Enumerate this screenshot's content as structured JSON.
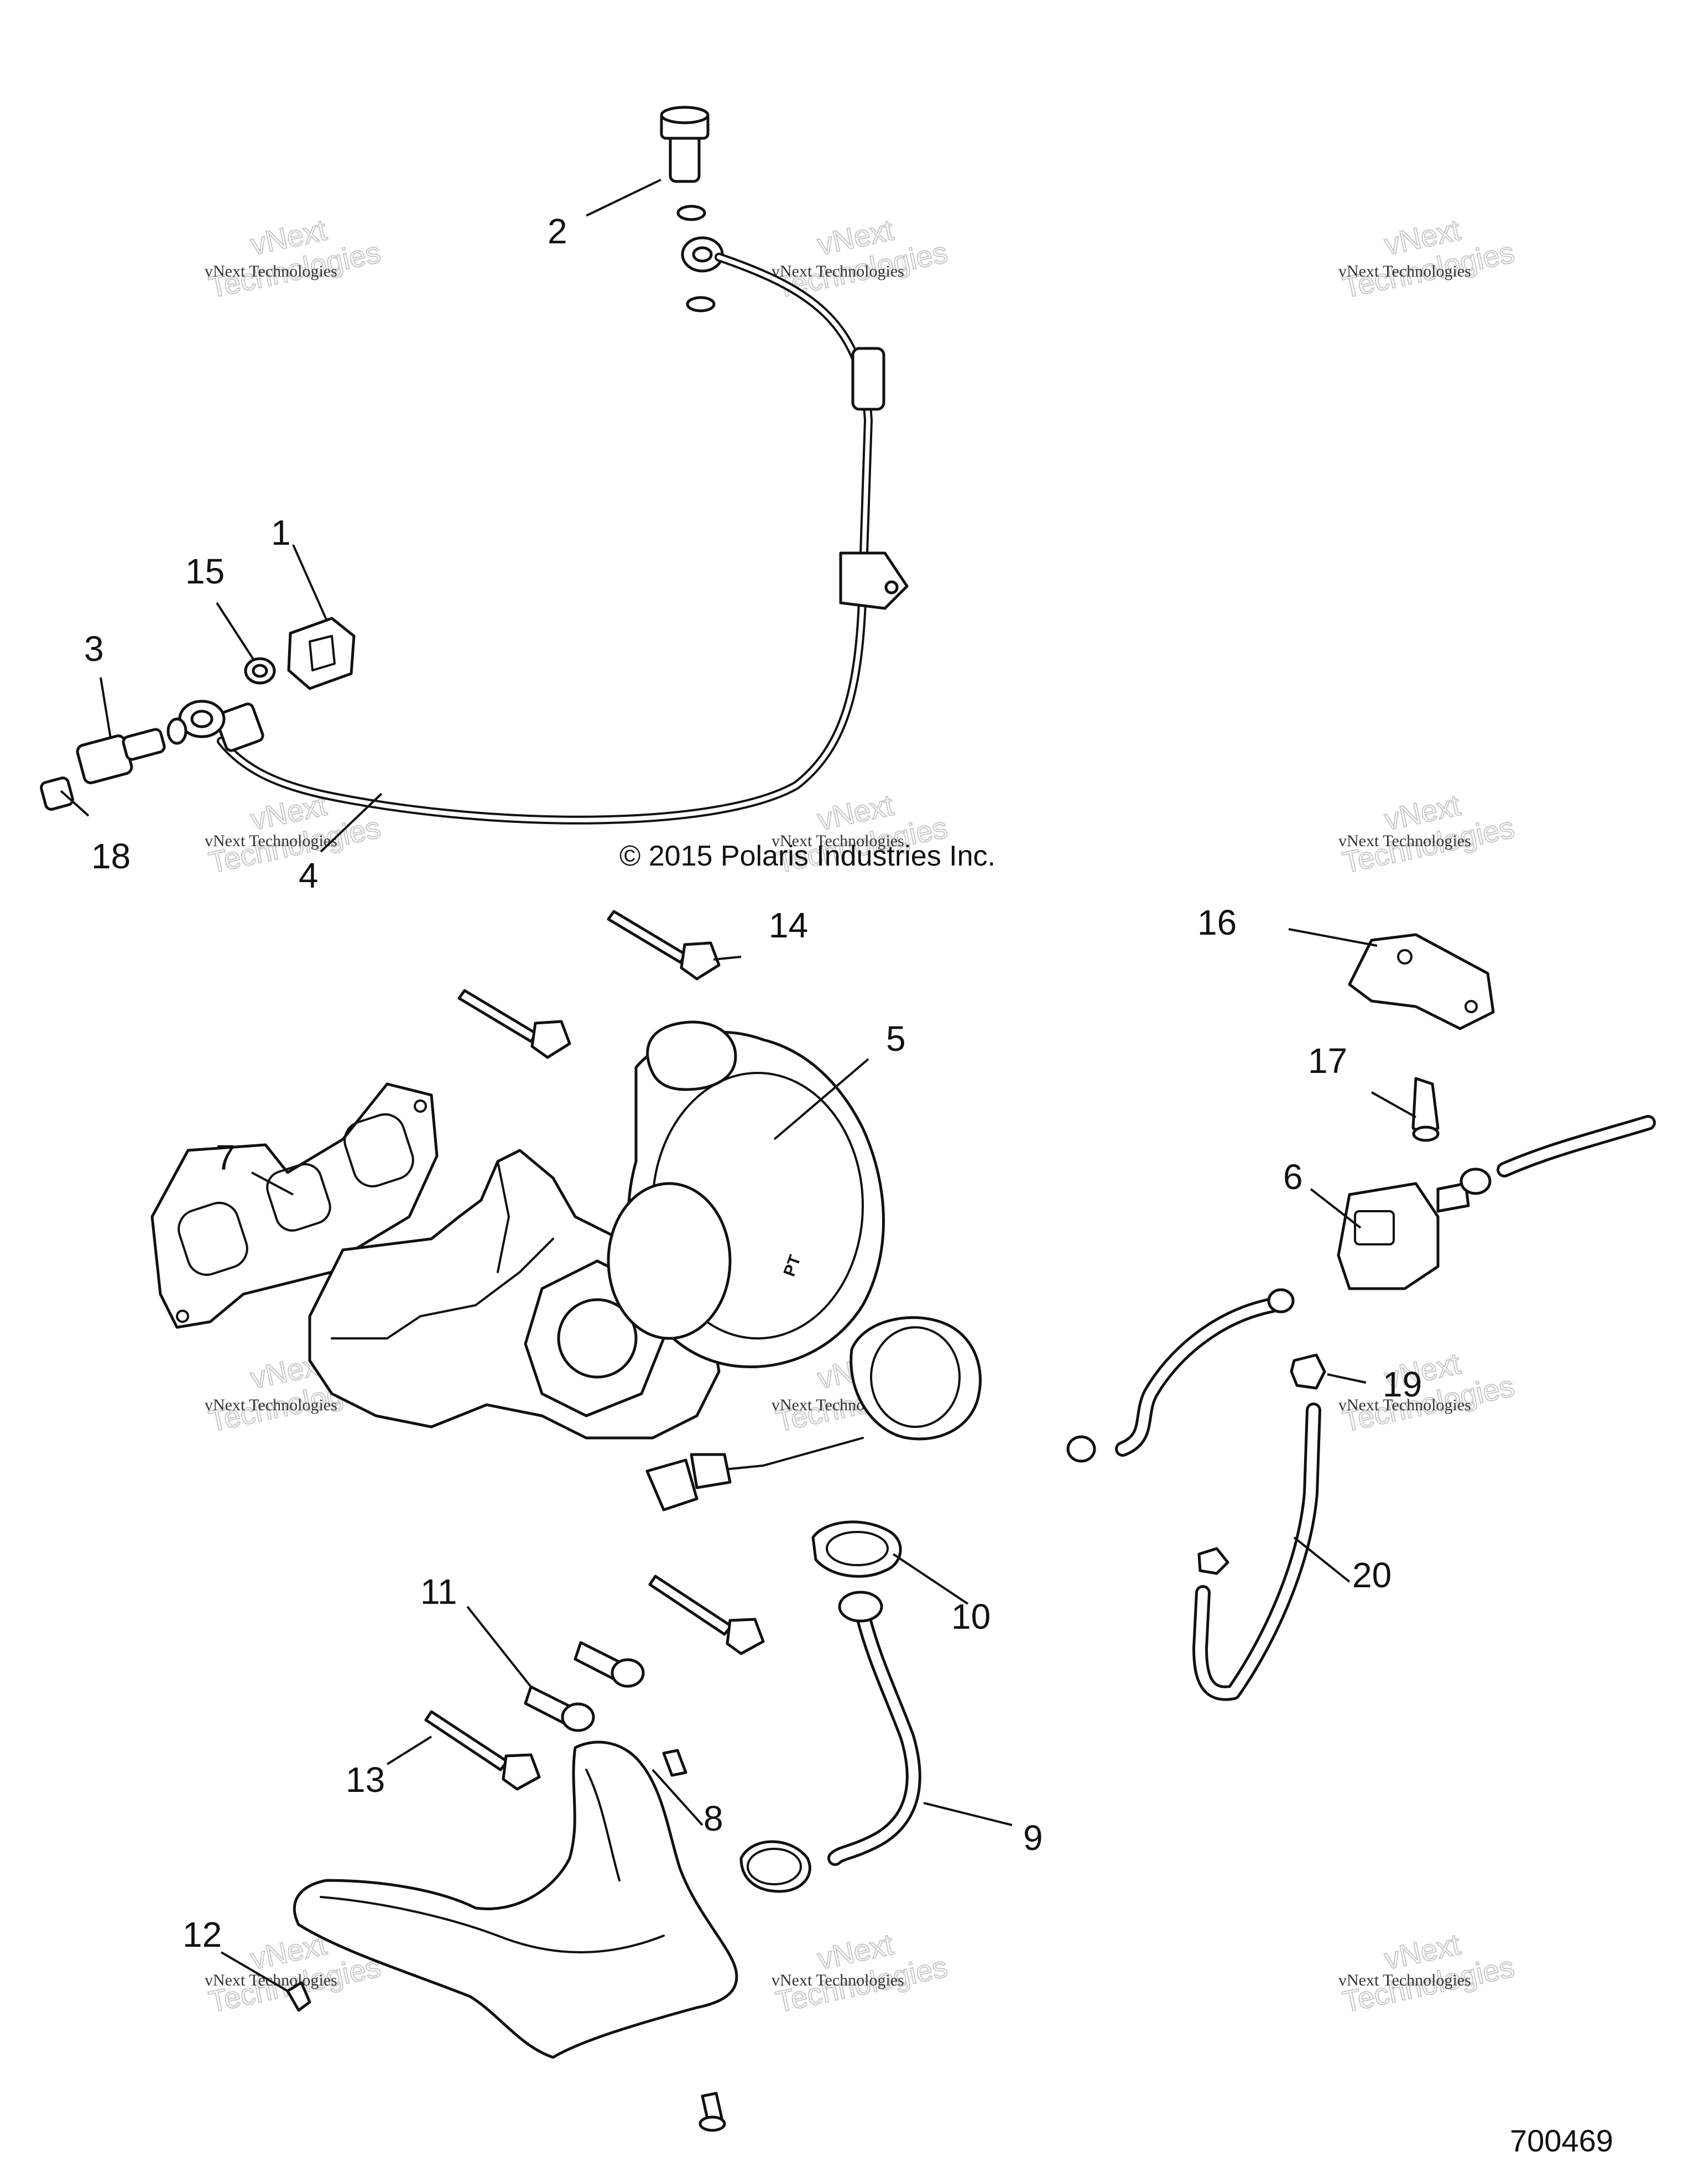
{
  "diagram": {
    "copyright": "© 2015 Polaris Industries Inc.",
    "figure_number": "700469",
    "watermark": {
      "line1": "vNext Technologies",
      "line2": "Technologies",
      "mark": "vNext"
    },
    "callouts": [
      {
        "id": "c1",
        "text": "1"
      },
      {
        "id": "c2",
        "text": "2"
      },
      {
        "id": "c3",
        "text": "3"
      },
      {
        "id": "c4",
        "text": "4"
      },
      {
        "id": "c5",
        "text": "5"
      },
      {
        "id": "c6",
        "text": "6"
      },
      {
        "id": "c7",
        "text": "7"
      },
      {
        "id": "c8",
        "text": "8"
      },
      {
        "id": "c9",
        "text": "9"
      },
      {
        "id": "c10",
        "text": "10"
      },
      {
        "id": "c11",
        "text": "11"
      },
      {
        "id": "c12",
        "text": "12"
      },
      {
        "id": "c13",
        "text": "13"
      },
      {
        "id": "c14",
        "text": "14"
      },
      {
        "id": "c15",
        "text": "15"
      },
      {
        "id": "c16",
        "text": "16"
      },
      {
        "id": "c17",
        "text": "17"
      },
      {
        "id": "c18",
        "text": "18"
      },
      {
        "id": "c19",
        "text": "19"
      },
      {
        "id": "c20",
        "text": "20"
      }
    ]
  }
}
